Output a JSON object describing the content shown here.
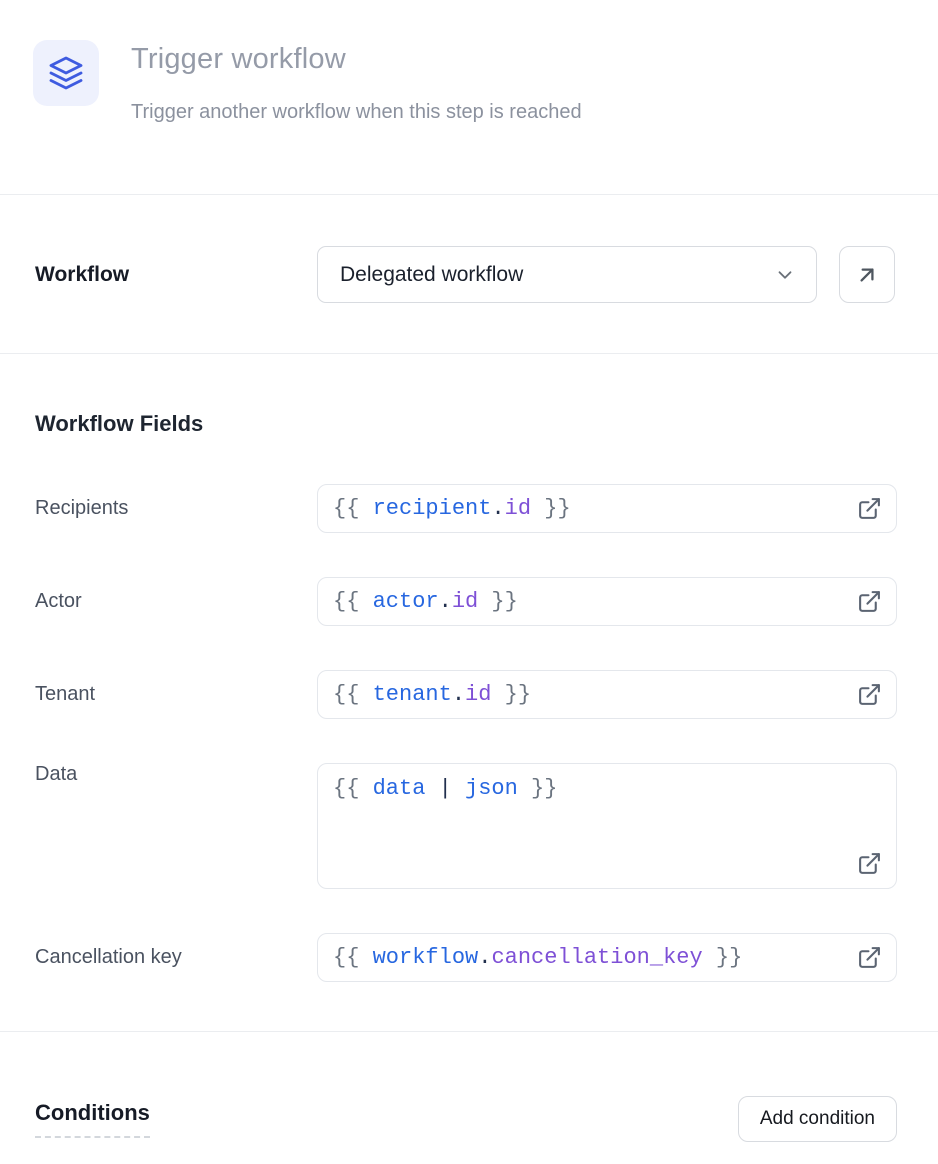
{
  "header": {
    "icon": "layers-icon",
    "title": "Trigger workflow",
    "subtitle": "Trigger another workflow when this step is reached"
  },
  "workflow_selector": {
    "label": "Workflow",
    "selected_option": "Delegated workflow",
    "chevron_icon": "chevron-down-icon",
    "open_icon": "arrow-up-right-icon"
  },
  "workflow_fields": {
    "heading": "Workflow Fields",
    "expand_icon": "external-link-icon",
    "items": [
      {
        "label": "Recipients",
        "value": "{{ recipient.id }}",
        "tokens": [
          {
            "t": "{{ ",
            "c": "gray"
          },
          {
            "t": "recipient",
            "c": "blue"
          },
          {
            "t": ".",
            "c": "dark"
          },
          {
            "t": "id",
            "c": "purple"
          },
          {
            "t": " }}",
            "c": "gray"
          }
        ]
      },
      {
        "label": "Actor",
        "value": "{{ actor.id }}",
        "tokens": [
          {
            "t": "{{ ",
            "c": "gray"
          },
          {
            "t": "actor",
            "c": "blue"
          },
          {
            "t": ".",
            "c": "dark"
          },
          {
            "t": "id",
            "c": "purple"
          },
          {
            "t": " }}",
            "c": "gray"
          }
        ]
      },
      {
        "label": "Tenant",
        "value": "{{ tenant.id }}",
        "tokens": [
          {
            "t": "{{ ",
            "c": "gray"
          },
          {
            "t": "tenant",
            "c": "blue"
          },
          {
            "t": ".",
            "c": "dark"
          },
          {
            "t": "id",
            "c": "purple"
          },
          {
            "t": " }}",
            "c": "gray"
          }
        ]
      },
      {
        "label": "Data",
        "value": "{{ data | json }}",
        "multiline": true,
        "tokens": [
          {
            "t": "{{ ",
            "c": "gray"
          },
          {
            "t": "data",
            "c": "blue"
          },
          {
            "t": " ",
            "c": "gray"
          },
          {
            "t": "|",
            "c": "dark"
          },
          {
            "t": " ",
            "c": "gray"
          },
          {
            "t": "json",
            "c": "blue"
          },
          {
            "t": " }}",
            "c": "gray"
          }
        ]
      },
      {
        "label": "Cancellation key",
        "value": "{{ workflow.cancellation_key }}",
        "tokens": [
          {
            "t": "{{ ",
            "c": "gray"
          },
          {
            "t": "workflow",
            "c": "blue"
          },
          {
            "t": ".",
            "c": "dark"
          },
          {
            "t": "cancellation_key",
            "c": "purple"
          },
          {
            "t": " }}",
            "c": "gray"
          }
        ]
      }
    ]
  },
  "conditions": {
    "heading": "Conditions",
    "add_button_label": "Add condition"
  },
  "colors": {
    "accent_blue": "#3e5be0",
    "icon_tile_bg": "#eef1fd",
    "code_blue": "#2767e0",
    "code_purple": "#7e50d6",
    "code_gray": "#6b7480",
    "code_dark": "#22304e",
    "muted_text": "#8b919e",
    "heading_text": "#1a202c",
    "field_label_text": "#4a5260",
    "border_strong": "#d8dbe0",
    "border_light": "#e4e7ec",
    "divider": "#ebedf0"
  }
}
